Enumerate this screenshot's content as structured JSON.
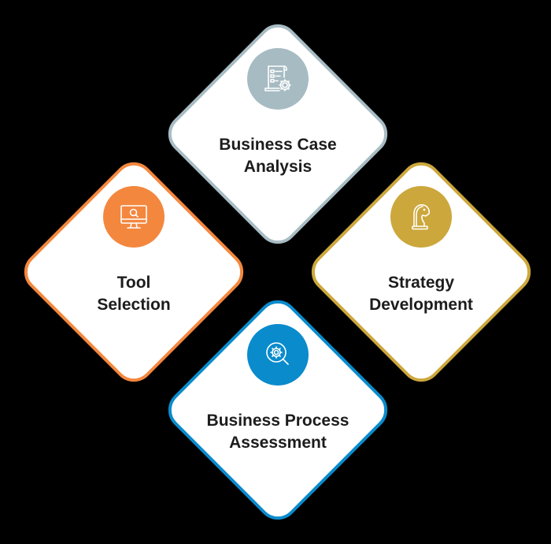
{
  "background": "#000000",
  "cards": {
    "top": {
      "title_line1": "Business Case",
      "title_line2": "Analysis",
      "icon": "document-gear-icon",
      "border_color": "#a8bcc4",
      "circle_color": "#a7bbc3"
    },
    "left": {
      "title_line1": "Tool",
      "title_line2": "Selection",
      "icon": "monitor-search-icon",
      "border_color": "#f4873e",
      "circle_color": "#f4873e"
    },
    "right": {
      "title_line1": "Strategy",
      "title_line2": "Development",
      "icon": "chess-knight-icon",
      "border_color": "#cca73c",
      "circle_color": "#cca73c"
    },
    "bottom": {
      "title_line1": "Business Process",
      "title_line2": "Assessment",
      "icon": "gear-magnifier-icon",
      "border_color": "#0a8bcc",
      "circle_color": "#0a8bcc"
    }
  }
}
